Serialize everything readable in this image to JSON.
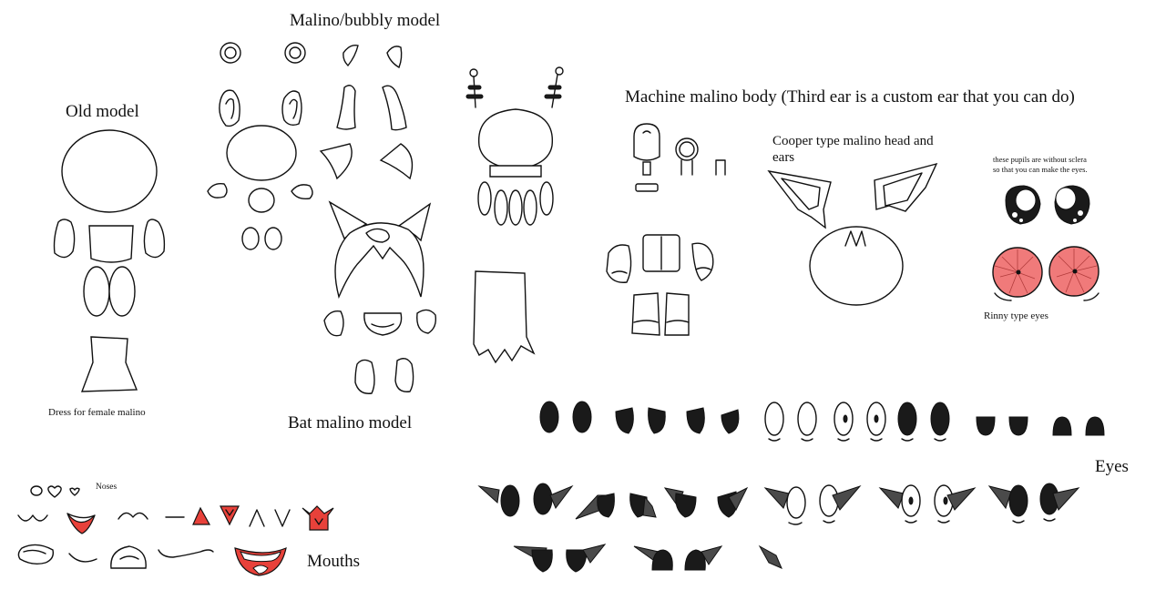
{
  "labels": {
    "old_model": "Old model",
    "dress": "Dress for female malino",
    "bubbly_model": "Malino/bubbly model",
    "bat_model": "Bat malino model",
    "machine_body": "Machine malino body (Third ear is a custom ear that you can do)",
    "cooper_head": "Cooper type malino head and ears",
    "pupils_note": "these pupils are without sclera so that you can make the eyes.",
    "rinny_eyes": "Rinny type eyes",
    "eyes": "Eyes",
    "noses": "Noses",
    "mouths": "Mouths"
  },
  "colors": {
    "outline": "#111111",
    "mouth_red": "#e8413a",
    "rinny_pink": "#f07a7a",
    "eye_black": "#1a1a1a",
    "eyelid_gray": "#4a4a4a"
  }
}
